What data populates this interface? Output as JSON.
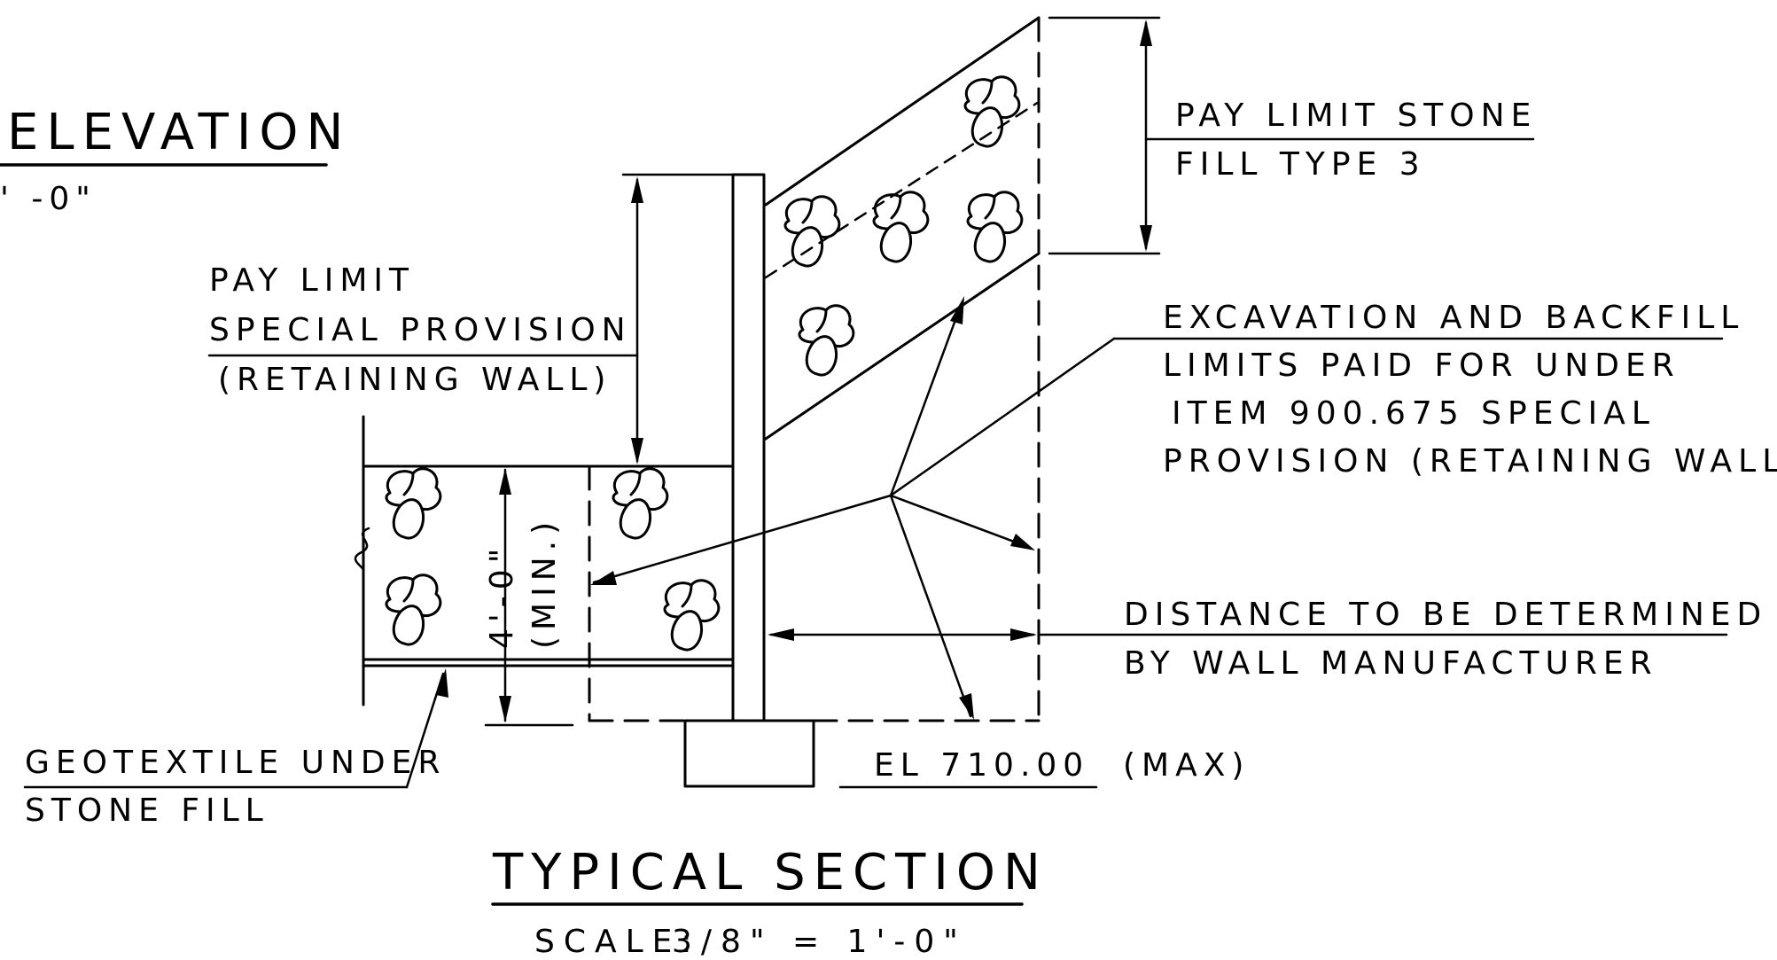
{
  "titles": {
    "elevation": "ELEVATION",
    "elevation_scale_fragment": "' -0\"",
    "typical_section": "TYPICAL SECTION",
    "section_scale_label": "SCALE:",
    "section_scale_value": "3/8\" = 1'-0\""
  },
  "labels": {
    "pay_limit_stone": [
      "PAY LIMIT STONE",
      "FILL TYPE 3"
    ],
    "pay_limit_special": [
      "PAY LIMIT",
      "SPECIAL PROVISION",
      "(RETAINING WALL)"
    ],
    "excavation": [
      "EXCAVATION AND BACKFILL",
      "LIMITS PAID FOR UNDER",
      "ITEM 900.675 SPECIAL",
      "PROVISION (RETAINING WALL)"
    ],
    "distance": [
      "DISTANCE TO BE DETERMINED",
      "BY WALL MANUFACTURER"
    ],
    "geotextile": [
      "GEOTEXTILE UNDER",
      "STONE FILL"
    ],
    "elevation_max": "EL 710.00",
    "elevation_max_suffix": "(MAX)",
    "depth_dim": "4'-0\"",
    "depth_dim_note": "(MIN.)"
  },
  "icons": {
    "stone": "stone-cluster-icon",
    "break": "break-line-icon"
  }
}
